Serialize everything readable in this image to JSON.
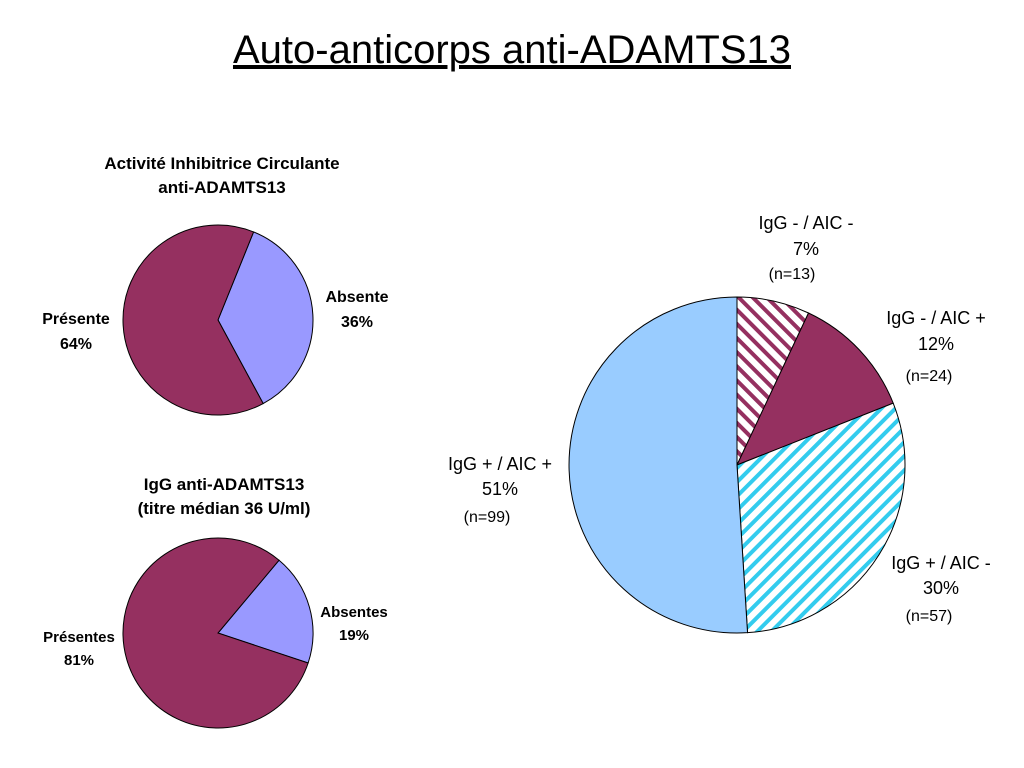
{
  "page": {
    "title": "Auto-anticorps anti-ADAMTS13"
  },
  "colors": {
    "maroon": "#953060",
    "lavender": "#9999ff",
    "lightblue": "#99ccff",
    "cyan": "#33ccee"
  },
  "chart_data": [
    {
      "type": "pie",
      "title": [
        "Activité Inhibitrice Circulante",
        "anti-ADAMTS13"
      ],
      "slices": [
        {
          "label": "Absente",
          "pct_label": "36%",
          "value": 36,
          "color": "#9999ff"
        },
        {
          "label": "Présente",
          "pct_label": "64%",
          "value": 64,
          "color": "#953060"
        }
      ]
    },
    {
      "type": "pie",
      "title": [
        "IgG anti-ADAMTS13",
        "(titre médian 36 U/ml)"
      ],
      "slices": [
        {
          "label": "Absentes",
          "pct_label": "19%",
          "value": 19,
          "color": "#9999ff"
        },
        {
          "label": "Présentes",
          "pct_label": "81%",
          "value": 81,
          "color": "#953060"
        }
      ]
    },
    {
      "type": "pie",
      "title": "",
      "slices": [
        {
          "label": "IgG - / AIC -",
          "pct_label": "7%",
          "n_label": "(n=13)",
          "value": 7,
          "color": "#953060",
          "pattern": "hatch-maroon"
        },
        {
          "label": "IgG - / AIC +",
          "pct_label": "12%",
          "n_label": "(n=24)",
          "value": 12,
          "color": "#953060"
        },
        {
          "label": "IgG + / AIC -",
          "pct_label": "30%",
          "n_label": "(n=57)",
          "value": 30,
          "color": "#33ccee",
          "pattern": "hatch-cyan"
        },
        {
          "label": "IgG + / AIC +",
          "pct_label": "51%",
          "n_label": "(n=99)",
          "value": 51,
          "color": "#99ccff"
        }
      ]
    }
  ]
}
